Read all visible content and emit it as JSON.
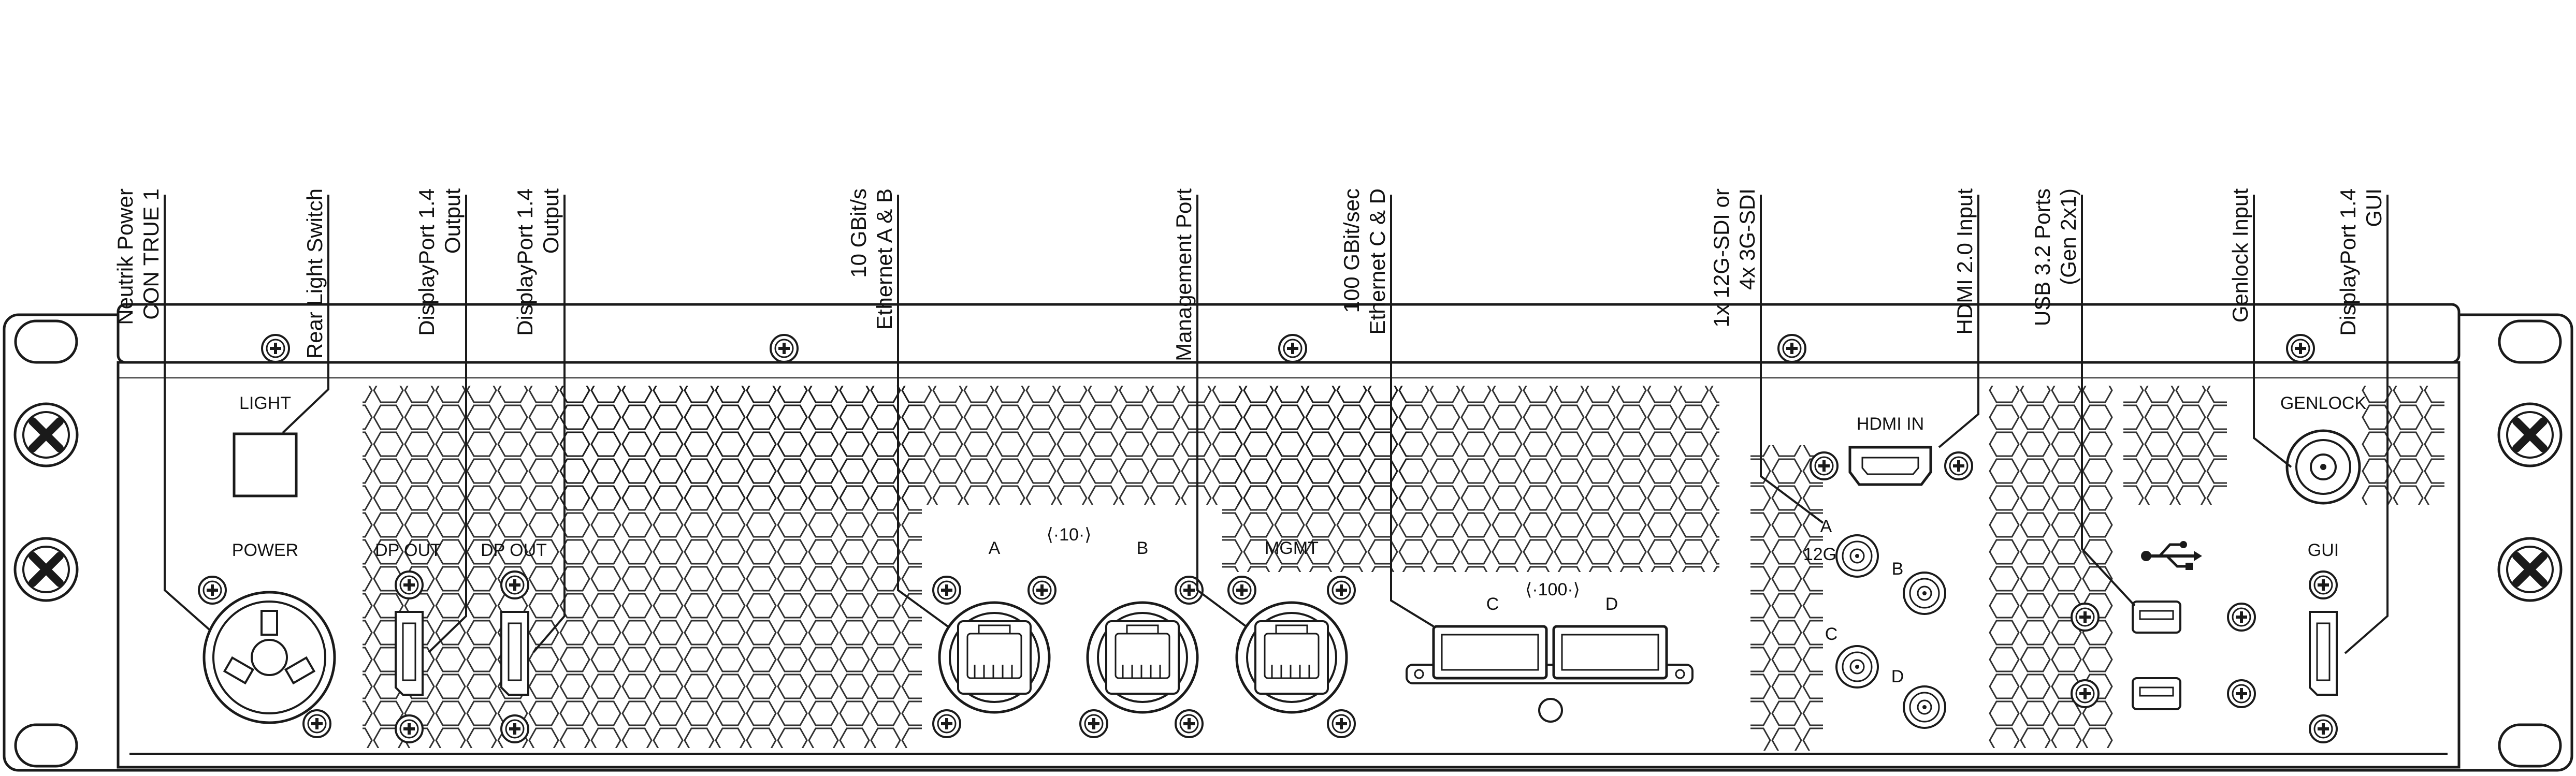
{
  "callouts": [
    {
      "id": "neutrik-power",
      "lines": [
        "Neutrik Power",
        "CON TRUE 1"
      ]
    },
    {
      "id": "rear-light-switch",
      "lines": [
        "Rear Light Switch"
      ]
    },
    {
      "id": "displayport-out-1",
      "lines": [
        "DisplayPort 1.4",
        "Output"
      ]
    },
    {
      "id": "displayport-out-2",
      "lines": [
        "DisplayPort 1.4",
        "Output"
      ]
    },
    {
      "id": "ethernet-ab",
      "lines": [
        "10 GBit/s",
        "Ethernet A & B"
      ]
    },
    {
      "id": "management-port",
      "lines": [
        "Management Port"
      ]
    },
    {
      "id": "ethernet-cd",
      "lines": [
        "100 GBit/sec",
        "Ethernet C & D"
      ]
    },
    {
      "id": "sdi",
      "lines": [
        "1x 12G-SDI or",
        "4x 3G-SDI"
      ]
    },
    {
      "id": "hdmi-input",
      "lines": [
        "HDMI 2.0 Input"
      ]
    },
    {
      "id": "usb-ports",
      "lines": [
        "USB 3.2 Ports",
        "(Gen 2x1)"
      ]
    },
    {
      "id": "genlock-input",
      "lines": [
        "Genlock Input"
      ]
    },
    {
      "id": "displayport-gui",
      "lines": [
        "DisplayPort 1.4",
        "GUI"
      ]
    }
  ],
  "panel_labels": {
    "light": "LIGHT",
    "power": "POWER",
    "dp_out_1": "DP OUT",
    "dp_out_2": "DP OUT",
    "eth_a": "A",
    "eth_10": "⟨·10·⟩",
    "eth_b": "B",
    "mgmt": "MGMT",
    "qsfp_c": "C",
    "qsfp_100": "⟨·100·⟩",
    "qsfp_d": "D",
    "hdmi_in": "HDMI IN",
    "sdi_a": "A",
    "sdi_12g": "12G",
    "sdi_b": "B",
    "sdi_c": "C",
    "sdi_d": "D",
    "genlock": "GENLOCK",
    "gui": "GUI"
  }
}
